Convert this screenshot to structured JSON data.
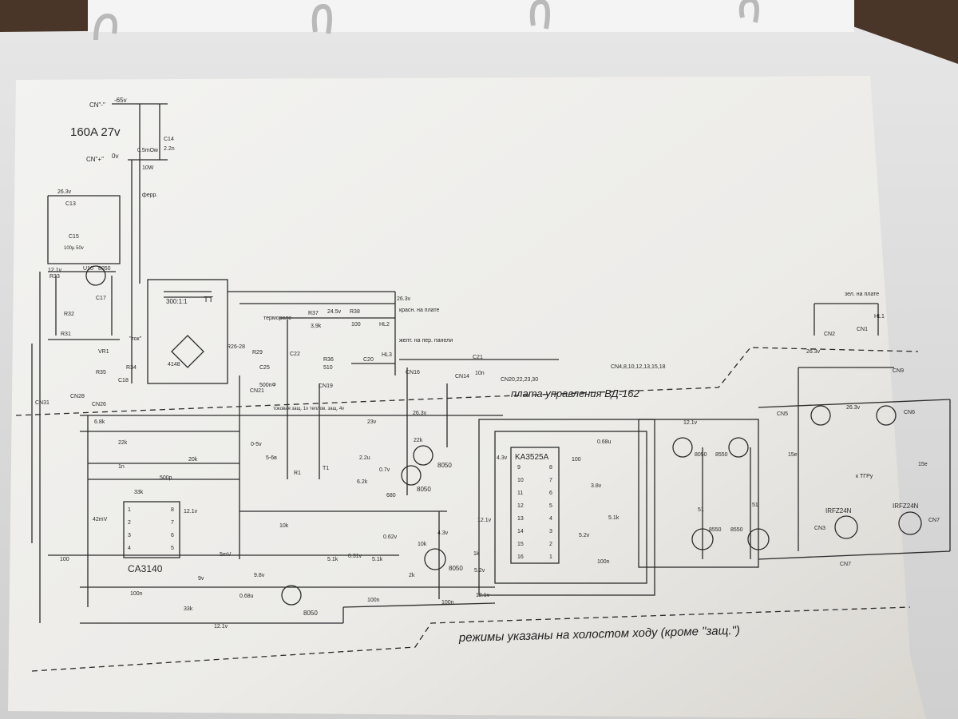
{
  "diagram": {
    "model": "160A 27v",
    "board_title": "плата управления ВД-162",
    "footnote": "режимы указаны на холостом ходу (кроме \"защ.\")",
    "rails": {
      "minus": "-65v",
      "plus": "0v",
      "cn_minus": "CN\"-\"",
      "cn_plus": "CN\"+\"",
      "v263": "26.3v",
      "v121": "12.1v",
      "v245": "24.5v"
    },
    "transformer": {
      "ratio": "300:1:1",
      "name": "TT"
    },
    "ics": [
      {
        "name": "KA3525A",
        "pins_left": [
          "9",
          "10",
          "11",
          "12",
          "13",
          "14",
          "15",
          "16"
        ],
        "pins_right": [
          "8",
          "7",
          "6",
          "5",
          "4",
          "3",
          "2",
          "1"
        ]
      },
      {
        "name": "CA3140",
        "pins_left": [
          "1",
          "2",
          "3",
          "4"
        ],
        "pins_right": [
          "8",
          "7",
          "6",
          "5"
        ]
      }
    ],
    "transistors": [
      "8050",
      "8050",
      "8050",
      "8050",
      "8050",
      "8050",
      "8550",
      "8550"
    ],
    "mosfets": [
      "IRFZ24N",
      "IRFZ24N"
    ],
    "labels": {
      "r_shunt": "0.5mOм",
      "r_10w": "10W",
      "c14": "C14",
      "c14v": "2.2n",
      "ferr": "ферр.",
      "u10": "U10",
      "r33": "R33",
      "r31": "R31",
      "r32": "R32",
      "r35": "R35",
      "r34": "R34",
      "vr1": "VR1",
      "c13": "C13",
      "c15": "C15",
      "c15v": "100µ 50v",
      "c17": "C17",
      "c18": "C18",
      "tok": "\"ток\"",
      "bridge": "4148",
      "r2628": "R26-28",
      "r29": "R29",
      "c25": "C25",
      "c25v": "500пФ",
      "c22": "C22",
      "termorele": "термореле",
      "r37": "R37",
      "r37v": "3,9k",
      "r38": "R38",
      "r38v": "100",
      "r36": "R36",
      "r36v": "510",
      "c20": "C20",
      "c21": "C21",
      "c21v": "10n",
      "hl2": "HL2",
      "hl3": "HL3",
      "hl2note": "красн. на плате",
      "hl3note": "желт. на пер. панели",
      "hl1": "HL1",
      "hl1note": "зел. на плате",
      "cn16": "CN16",
      "cn14": "CN14",
      "cn19": "CN19",
      "cn21": "CN21",
      "cn26": "CN26",
      "cn28": "CN28",
      "cn31": "CN31",
      "cn_group": "CN4,8,10,12,13,15,18",
      "cn_group2": "CN20,22,23,30",
      "cn7": "CN7",
      "cn6": "CN6",
      "cn3": "CN3",
      "cn5": "CN5",
      "cn9": "CN9",
      "cn1": "CN1",
      "cn2": "CN2",
      "r1": "R1",
      "t1": "T1",
      "r22k": "22k",
      "r20k": "20k",
      "r33k": "33k",
      "r10k": "10k",
      "r51k": "5.1k",
      "r2k": "2k",
      "r1k": "1k",
      "r680": "680",
      "r62k": "6.2k",
      "r68k": "6.8k",
      "r100": "100",
      "r51": "51",
      "c100n": "100n",
      "c1n": "1n",
      "c500p": "500p",
      "c068u": "0.68u",
      "c15e": "15e",
      "c22u": "2.2u",
      "v42mv": "42mV",
      "v5mv": "5mV",
      "v031": "0.31v",
      "v062": "0.62v",
      "v43": "4.3v",
      "v52": "5.2v",
      "v38": "3.8v",
      "v98": "9.8v",
      "v9": "9v",
      "v07": "0.7v",
      "v05": "0-5v",
      "v56": "5-6в",
      "v23": "23v",
      "ktgru": "к ТГРу",
      "prot": "токовая защ. 1v\nтеплов. защ. 4v"
    }
  }
}
